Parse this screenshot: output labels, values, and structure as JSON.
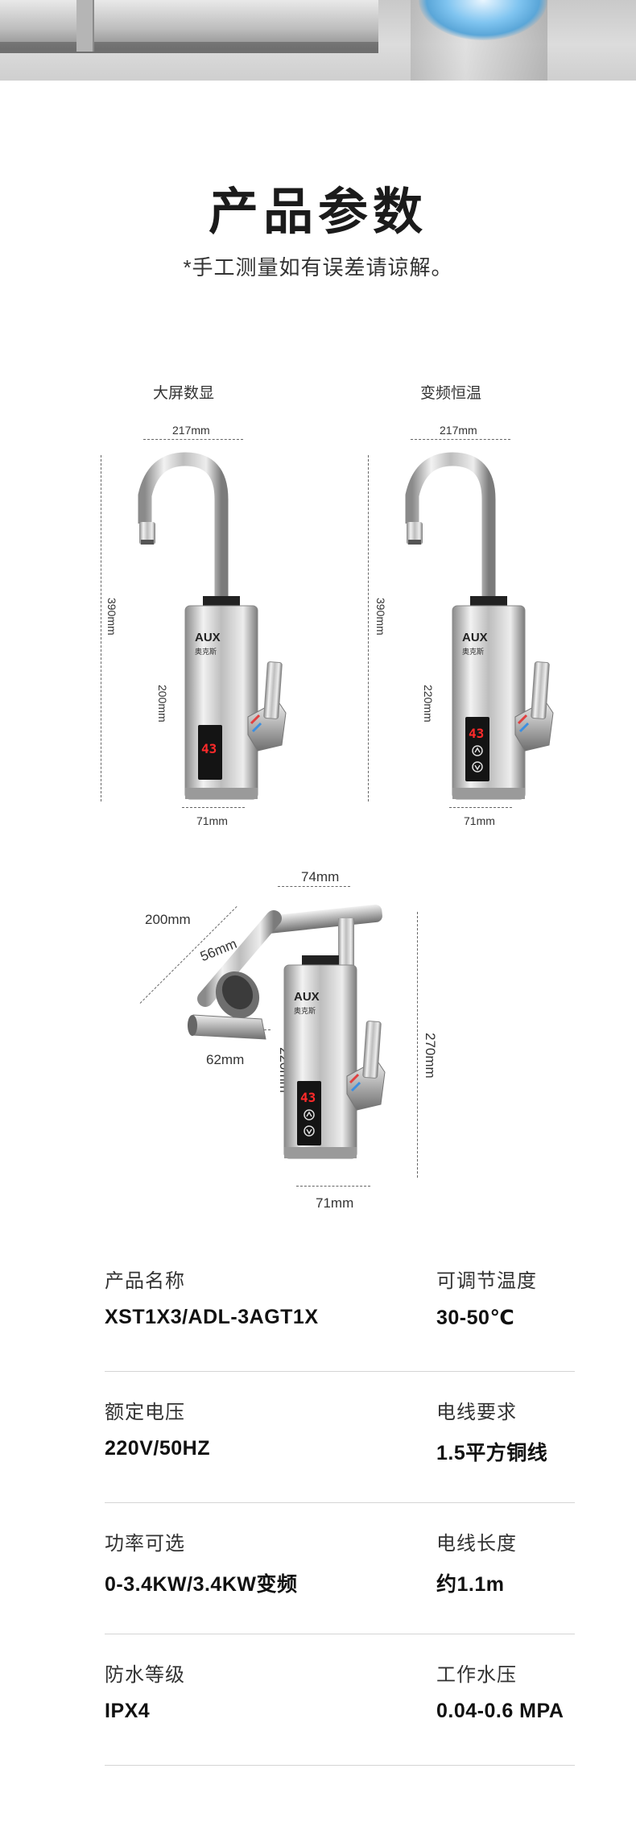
{
  "header": {
    "title": "产品参数",
    "note": "*手工测量如有误差请谅解。"
  },
  "diagram": {
    "left": {
      "caption": "大屏数显",
      "width": "217mm",
      "height": "390mm",
      "body_height": "200mm",
      "base": "71mm"
    },
    "right": {
      "caption": "变频恒温",
      "width": "217mm",
      "height": "390mm",
      "body_height": "220mm",
      "base": "71mm"
    },
    "rotated": {
      "top": "74mm",
      "arm": "200mm",
      "nozzle": "56mm",
      "spout": "62mm",
      "body_height": "220mm",
      "total_height": "270mm",
      "base": "71mm"
    },
    "brand_text": "AUX",
    "brand_sub": "奥克斯",
    "display_value": "43"
  },
  "specs": [
    {
      "left": {
        "label": "产品名称",
        "value": "XST1X3/ADL-3AGT1X"
      },
      "right": {
        "label": "可调节温度",
        "value": "30-50℃"
      }
    },
    {
      "left": {
        "label": "额定电压",
        "value": "220V/50HZ"
      },
      "right": {
        "label": "电线要求",
        "value": "1.5平方铜线"
      }
    },
    {
      "left": {
        "label": "功率可选",
        "value": "0-3.4KW/3.4KW变频"
      },
      "right": {
        "label": "电线长度",
        "value": "约1.1m"
      }
    },
    {
      "left": {
        "label": "防水等级",
        "value": "IPX4"
      },
      "right": {
        "label": "工作水压",
        "value": "0.04-0.6 MPA"
      }
    }
  ]
}
